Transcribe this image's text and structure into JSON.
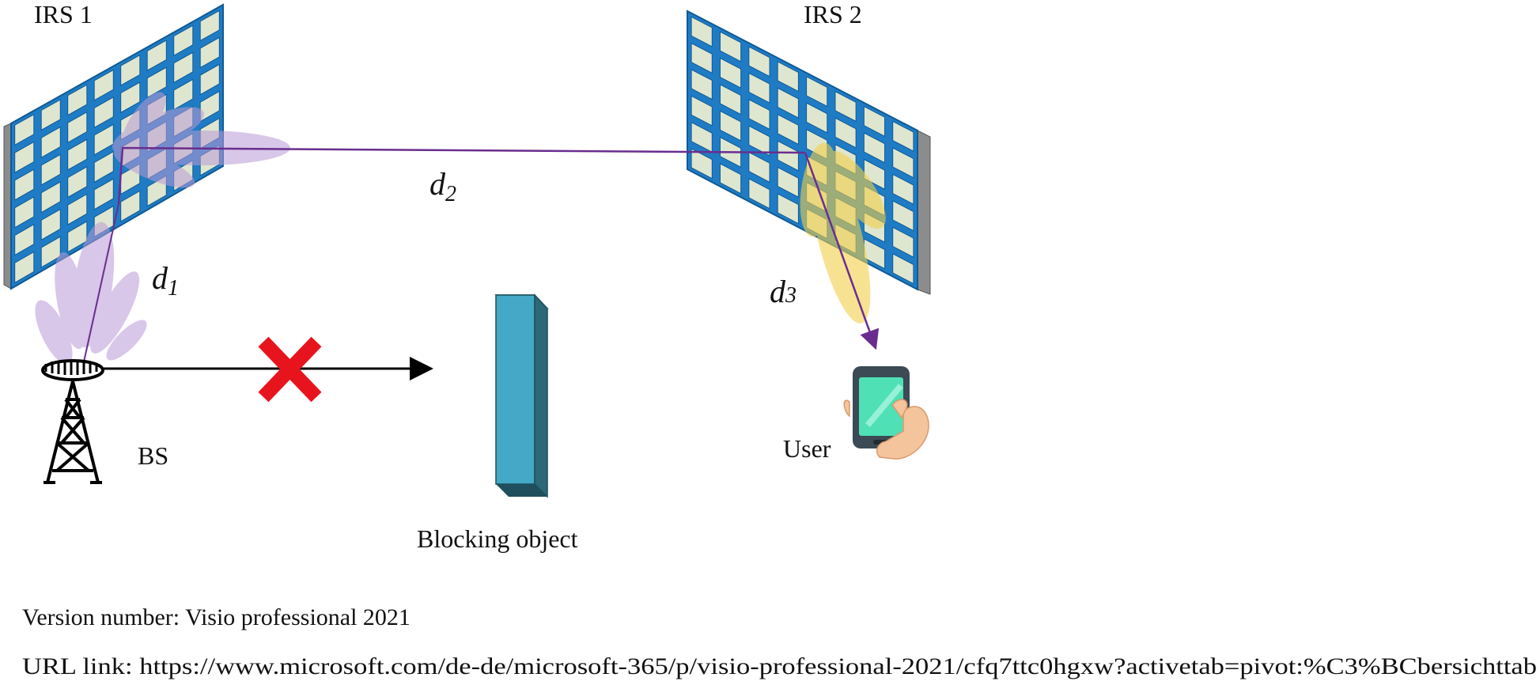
{
  "labels": {
    "irs1": "IRS 1",
    "irs2": "IRS 2",
    "bs": "BS",
    "user": "User",
    "blocking_object": "Blocking object"
  },
  "distances": {
    "d1": {
      "symbol": "d",
      "subscript": "1"
    },
    "d2": {
      "symbol": "d",
      "subscript": "2"
    },
    "d3": {
      "symbol": "d",
      "subscript": "3"
    }
  },
  "footer": {
    "version": "Version number: Visio professional 2021",
    "url": "URL link: https://www.microsoft.com/de-de/microsoft-365/p/visio-professional-2021/cfq7ttc0hgxw?activetab=pivot:%C3%BCbersichttab"
  },
  "colors": {
    "panel_blue": "#1f7cc4",
    "cell_fill": "#dfe6cf",
    "panel_edge": "#8c8c8c",
    "signal_line": "#6a2d8f",
    "beam_purple": "#b99ad6",
    "beam_yellow": "#f2cf4a",
    "block_front": "#44a9c6",
    "block_side": "#2c6878",
    "blocked_cross": "#e8141d",
    "phone_screen": "#4fe0b6",
    "phone_body": "#3b4a55",
    "hand": "#f4c49c"
  }
}
